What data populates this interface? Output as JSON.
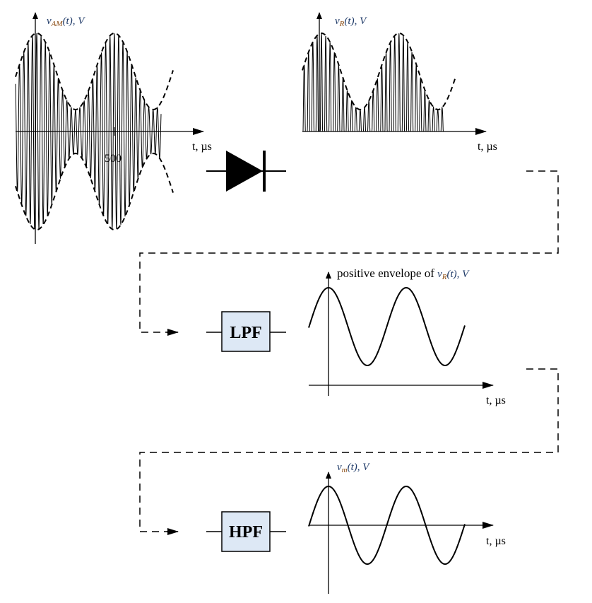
{
  "plots": {
    "am": {
      "var": "v",
      "sub": "AM",
      "suffix": "(t), V",
      "xlabel": "t, µs",
      "tick_label": "500"
    },
    "rectified": {
      "var": "v",
      "sub": "R",
      "suffix": "(t), V",
      "xlabel": "t, µs"
    },
    "envelope": {
      "prefix": "positive envelope of ",
      "var": "v",
      "sub": "R",
      "suffix": "(t), V",
      "xlabel": "t, µs"
    },
    "message": {
      "var": "v",
      "sub": "m",
      "suffix": "(t), V",
      "xlabel": "t, µs"
    }
  },
  "blocks": {
    "lpf": "LPF",
    "hpf": "HPF"
  },
  "colors": {
    "box_fill": "#dde8f5",
    "label_text": "#1f3a68",
    "subscript": "#8a4a10"
  }
}
